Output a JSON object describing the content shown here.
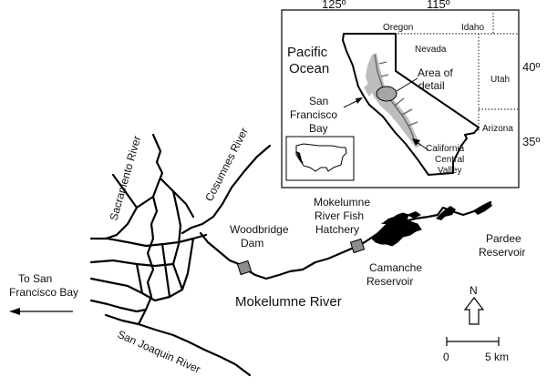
{
  "inset": {
    "lon_labels": [
      "125º",
      "115º"
    ],
    "lat_labels": [
      "40º",
      "35º"
    ],
    "ocean_line1": "Pacific",
    "ocean_line2": "Ocean",
    "states": [
      "Oregon",
      "Idaho",
      "Nevada",
      "Utah",
      "Arizona"
    ],
    "area_line1": "Area of",
    "area_line2": "detail",
    "bay_lines": [
      "San",
      "Francisco",
      "Bay"
    ],
    "valley_lines": [
      "California",
      "Central",
      "Valley"
    ]
  },
  "main": {
    "rivers": {
      "sacramento": "Sacramento River",
      "cosumnes": "Cosumnes River",
      "san_joaquin": "San Joaquin River",
      "mokelumne": "Mokelumne River"
    },
    "woodbridge": [
      "Woodbridge",
      "Dam"
    ],
    "hatchery": [
      "Mokelumne",
      "River Fish",
      "Hatchery"
    ],
    "camanche": [
      "Camanche",
      "Reservoir"
    ],
    "pardee": [
      "Pardee",
      "Reservoir"
    ],
    "to_bay": [
      "To San",
      "Francisco Bay"
    ],
    "north": "N",
    "scale_start": "0",
    "scale_end": "5 km"
  },
  "colors": {
    "line": "#000000",
    "dam": "#8c8c8c",
    "valley": "#bdbdbd",
    "ellipse": "#a6a6a6"
  }
}
